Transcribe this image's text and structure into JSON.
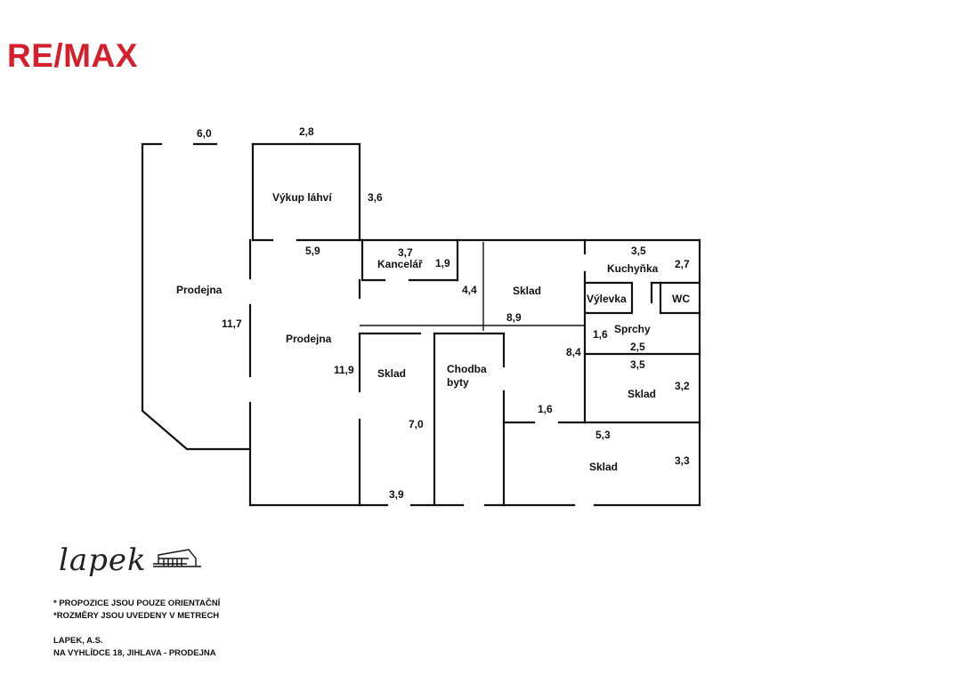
{
  "header": {
    "logo_text": "RE/MAX",
    "logo_color": "#d51f2c"
  },
  "plan": {
    "rooms": [
      {
        "id": "prodejna-1",
        "label": "Prodejna"
      },
      {
        "id": "vykup",
        "label": "Výkup láhví"
      },
      {
        "id": "prodejna-2",
        "label": "Prodejna"
      },
      {
        "id": "kancelar",
        "label": "Kancelář"
      },
      {
        "id": "sklad-1",
        "label": "Sklad"
      },
      {
        "id": "kuchynka",
        "label": "Kuchyňka"
      },
      {
        "id": "vylevka",
        "label": "Výlevka"
      },
      {
        "id": "wc",
        "label": "WC"
      },
      {
        "id": "sprchy",
        "label": "Sprchy"
      },
      {
        "id": "sklad-2",
        "label": "Sklad"
      },
      {
        "id": "chodba",
        "label": "Chodba"
      },
      {
        "id": "byty",
        "label": "byty"
      },
      {
        "id": "sklad-3",
        "label": "Sklad"
      },
      {
        "id": "sklad-4",
        "label": "Sklad"
      }
    ],
    "dimensions": [
      "6,0",
      "2,8",
      "3,6",
      "5,9",
      "3,7",
      "1,9",
      "4,4",
      "3,5",
      "2,7",
      "11,7",
      "11,9",
      "8,9",
      "1,6",
      "8,4",
      "2,5",
      "3,5",
      "3,2",
      "7,0",
      "1,6",
      "5,3",
      "3,3",
      "3,9"
    ]
  },
  "footer": {
    "brand_text": "lapek",
    "notes": [
      "* PROPOZICE JSOU POUZE ORIENTAČNÍ",
      "*ROZMĚRY JSOU UVEDENY V METRECH"
    ],
    "address": [
      "LAPEK, A.S.",
      "NA VYHLÍDCE 18, JIHLAVA - PRODEJNA"
    ]
  }
}
